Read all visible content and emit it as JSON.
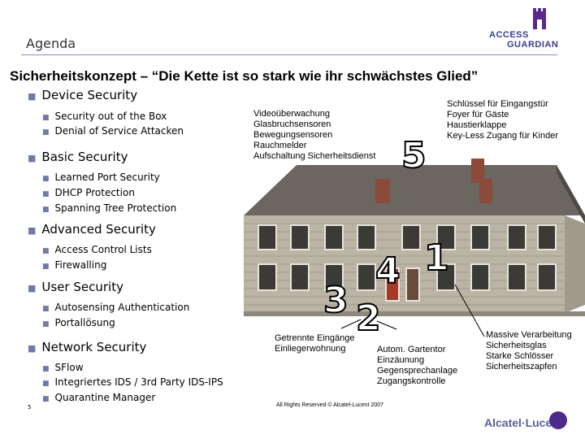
{
  "header": {
    "section": "Agenda",
    "logo_line1": "ACCESS",
    "logo_line2": "GUARDIAN"
  },
  "title": "Sicherheitskonzept – “Die Kette ist so stark wie ihr schwächstes Glied”",
  "outline": [
    {
      "label": "Device Security",
      "items": [
        "Security out of the Box",
        "Denial of Service Attacken"
      ]
    },
    {
      "label": "Basic Security",
      "items": [
        "Learned Port Security",
        "DHCP Protection",
        "Spanning Tree Protection"
      ]
    },
    {
      "label": "Advanced Security",
      "items": [
        "Access Control Lists",
        "Firewalling"
      ]
    },
    {
      "label": "User Security",
      "items": [
        "Autosensing Authentication",
        "Portallösung"
      ]
    },
    {
      "label": "Network Security",
      "items": [
        "SFlow",
        "Integriertes IDS / 3rd Party IDS-IPS",
        "Quarantine Manager"
      ]
    }
  ],
  "annotations": {
    "a5": [
      "Videoüberwachung",
      "Glasbruchsensoren",
      "Bewegungsensoren",
      "Rauchmelder",
      "Aufschaltung Sicherheitsdienst"
    ],
    "a1": [
      "Schlüssel für Eingangstür",
      "Foyer für Gäste",
      "Haustierklappe",
      "Key-Less Zugang für Kinder"
    ],
    "a3": [
      "Getrennte Eingänge",
      "Einliegerwohnung"
    ],
    "a2": [
      "Autom. Gartentor",
      "Einzäunung",
      "Gegensprechanlage",
      "Zugangskontrolle"
    ],
    "a4": [
      "Massive Verarbeitung",
      "Sicherheitsglas",
      "Starke Schlösser",
      "Sicherheitszapfen"
    ]
  },
  "numbers": {
    "n1": "1",
    "n2": "2",
    "n3": "3",
    "n4": "4",
    "n5": "5"
  },
  "footer": {
    "page": "5",
    "copyright": "All Rights Reserved © Alcatel-Lucent 2007",
    "brand": "Alcatel·Lucent"
  },
  "colors": {
    "bullet": "#6f7aa8",
    "logo": "#3a3f8f",
    "brand": "#4b2a8a"
  }
}
